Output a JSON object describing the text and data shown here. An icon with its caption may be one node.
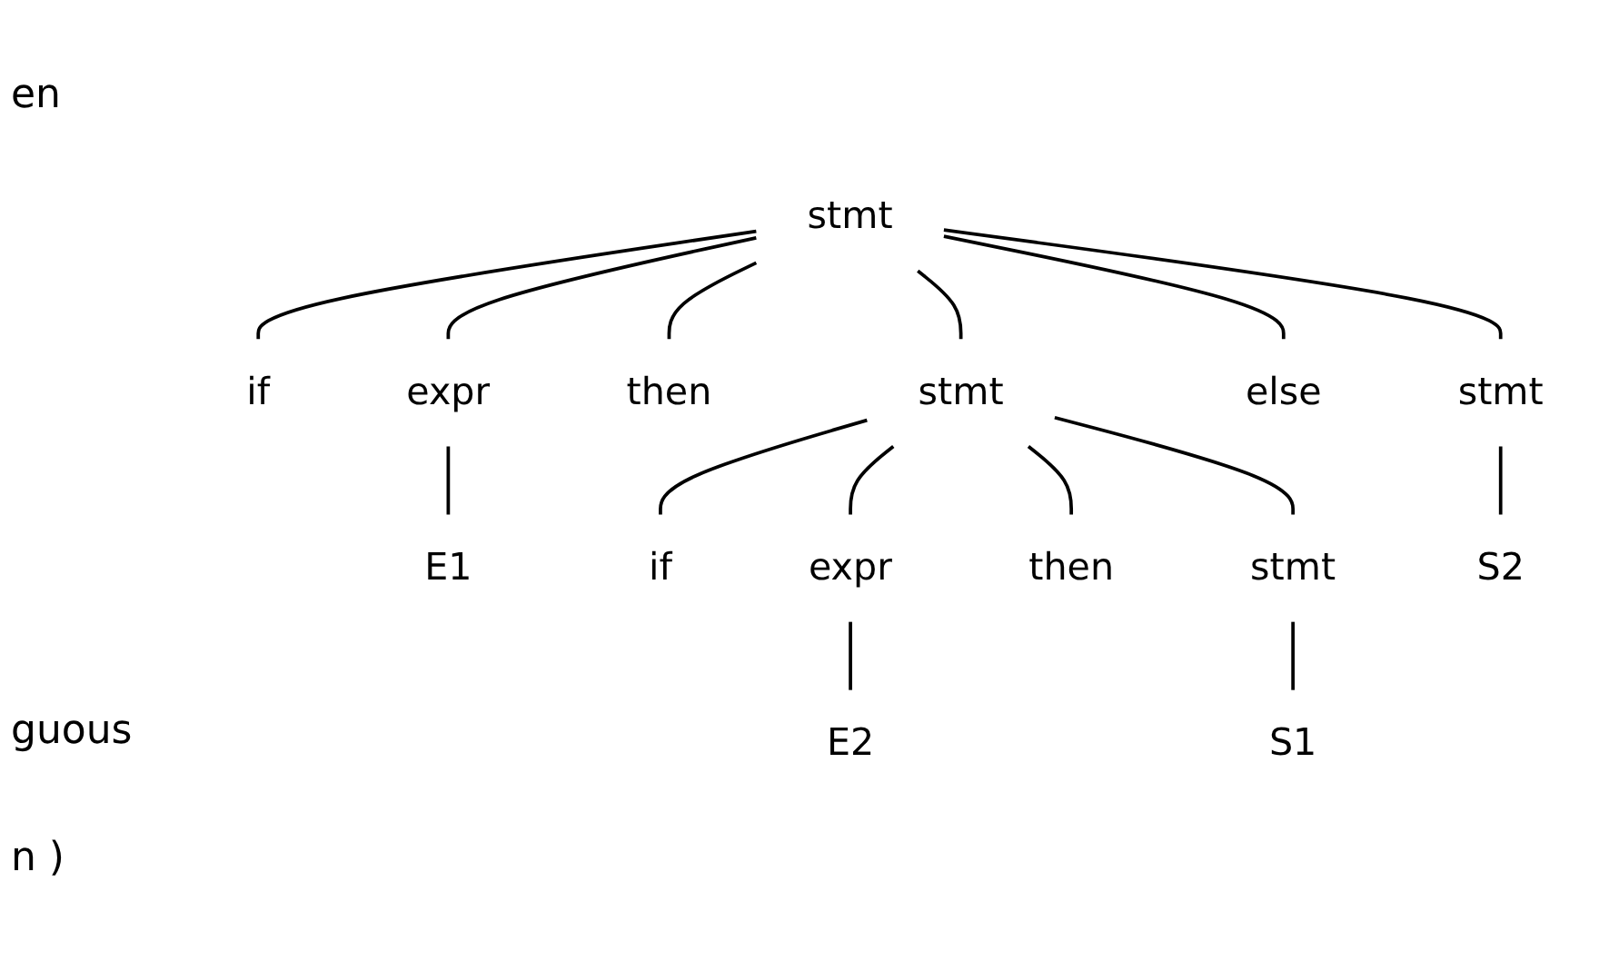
{
  "diagram": {
    "nodes": [
      {
        "text": [
          "stmt"
        ]
      },
      {
        "text": [
          "if"
        ]
      },
      {
        "text": [
          "expr"
        ]
      },
      {
        "text": [
          "then"
        ]
      },
      {
        "text": [
          "stmt"
        ]
      },
      {
        "text": [
          "else"
        ]
      },
      {
        "text": [
          "stmt"
        ]
      },
      {
        "text": [
          "E1"
        ]
      },
      {
        "text": [
          "if"
        ]
      },
      {
        "text": [
          "expr"
        ]
      },
      {
        "text": [
          "then"
        ]
      },
      {
        "text": [
          "S2"
        ]
      },
      {
        "text": [
          "stmt"
        ]
      },
      {
        "text": [
          "E2"
        ]
      },
      {
        "text": [
          "S1"
        ]
      }
    ],
    "edges": [
      {
        "from": 0,
        "to": 1,
        "arrow": "none"
      },
      {
        "from": 0,
        "to": 2,
        "arrow": "none"
      },
      {
        "from": 0,
        "to": 3,
        "arrow": "none"
      },
      {
        "from": 0,
        "to": 4,
        "arrow": "none"
      },
      {
        "from": 0,
        "to": 5,
        "arrow": "none"
      },
      {
        "from": 0,
        "to": 6,
        "arrow": "none"
      },
      {
        "from": 2,
        "to": 7,
        "arrow": "none"
      },
      {
        "from": 4,
        "to": 8,
        "arrow": "none"
      },
      {
        "from": 4,
        "to": 9,
        "arrow": "none"
      },
      {
        "from": 4,
        "to": 10,
        "arrow": "none"
      },
      {
        "from": 4,
        "to": 12,
        "arrow": "none"
      },
      {
        "from": 6,
        "to": 11,
        "arrow": "none"
      },
      {
        "from": 9,
        "to": 13,
        "arrow": "none"
      },
      {
        "from": 12,
        "to": 14,
        "arrow": "none"
      }
    ],
    "labels": [
      "en",
      "guous",
      "n )"
    ]
  }
}
